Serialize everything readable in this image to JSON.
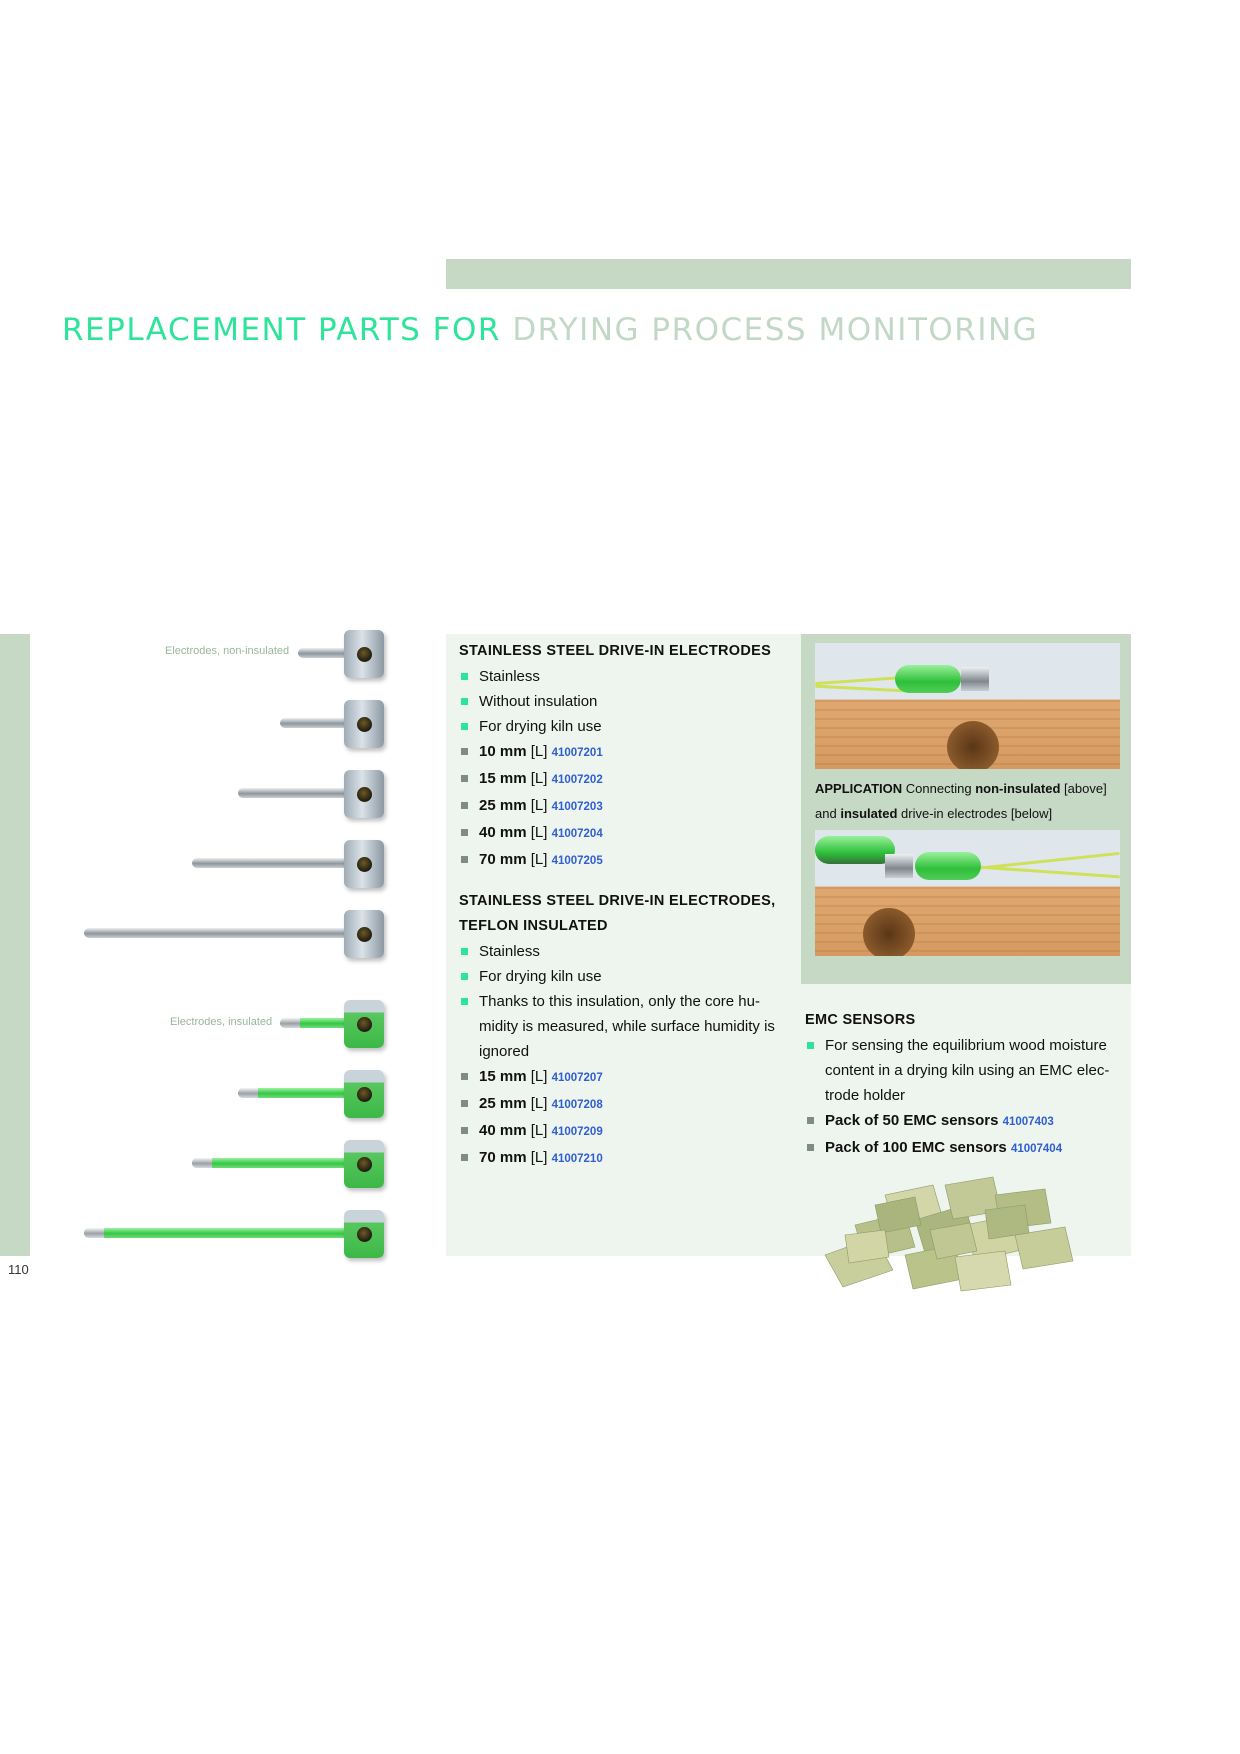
{
  "page": {
    "title_part1": "REPLACEMENT PARTS FOR",
    "title_part2": "DRYING PROCESS MONITORING",
    "page_number": "110"
  },
  "colors": {
    "accent": "#2ee49a",
    "title_grey": "#c2d8c6",
    "band": "#c6d9c5",
    "panel": "#eef4ee",
    "code": "#2f5fd0"
  },
  "left_column": {
    "caption_non_insulated": "Electrodes, non-insulated",
    "caption_insulated": "Electrodes, insulated"
  },
  "steel": {
    "heading": "STAINLESS STEEL DRIVE-IN ELECTRODES",
    "features": [
      "Stainless",
      "Without insulation",
      "For drying kiln use"
    ],
    "variants": [
      {
        "size": "10 mm",
        "unit_tag": "[L]",
        "code": "41007201"
      },
      {
        "size": "15 mm",
        "unit_tag": "[L]",
        "code": "41007202"
      },
      {
        "size": "25 mm",
        "unit_tag": "[L]",
        "code": "41007203"
      },
      {
        "size": "40 mm",
        "unit_tag": "[L]",
        "code": "41007204"
      },
      {
        "size": "70 mm",
        "unit_tag": "[L]",
        "code": "41007205"
      }
    ]
  },
  "teflon": {
    "heading_line1": "STAINLESS STEEL DRIVE-IN ELECTRODES,",
    "heading_line2": "TEFLON INSULATED",
    "features": [
      "Stainless",
      "For drying kiln use"
    ],
    "insulation_note": [
      "Thanks to this insulation, only the core hu-",
      "midity is measured, while surface humidity is",
      "ignored"
    ],
    "variants": [
      {
        "size": "15 mm",
        "unit_tag": "[L]",
        "code": "41007207"
      },
      {
        "size": "25 mm",
        "unit_tag": "[L]",
        "code": "41007208"
      },
      {
        "size": "40 mm",
        "unit_tag": "[L]",
        "code": "41007209"
      },
      {
        "size": "70 mm",
        "unit_tag": "[L]",
        "code": "41007210"
      }
    ]
  },
  "application": {
    "label": "APPLICATION",
    "text1": "Connecting",
    "bold1": "non-insulated",
    "tag1": "[above]",
    "text2": "and",
    "bold2": "insulated",
    "text3": "drive-in electrodes",
    "tag2": "[below]"
  },
  "emc": {
    "heading": "EMC SENSORS",
    "description": [
      "For sensing the equilibrium wood moisture",
      "content in a drying kiln using an EMC elec-",
      "trode holder"
    ],
    "packs": [
      {
        "label": "Pack of 50 EMC sensors",
        "code": "41007403"
      },
      {
        "label": "Pack of 100 EMC sensors",
        "code": "41007404"
      }
    ]
  }
}
